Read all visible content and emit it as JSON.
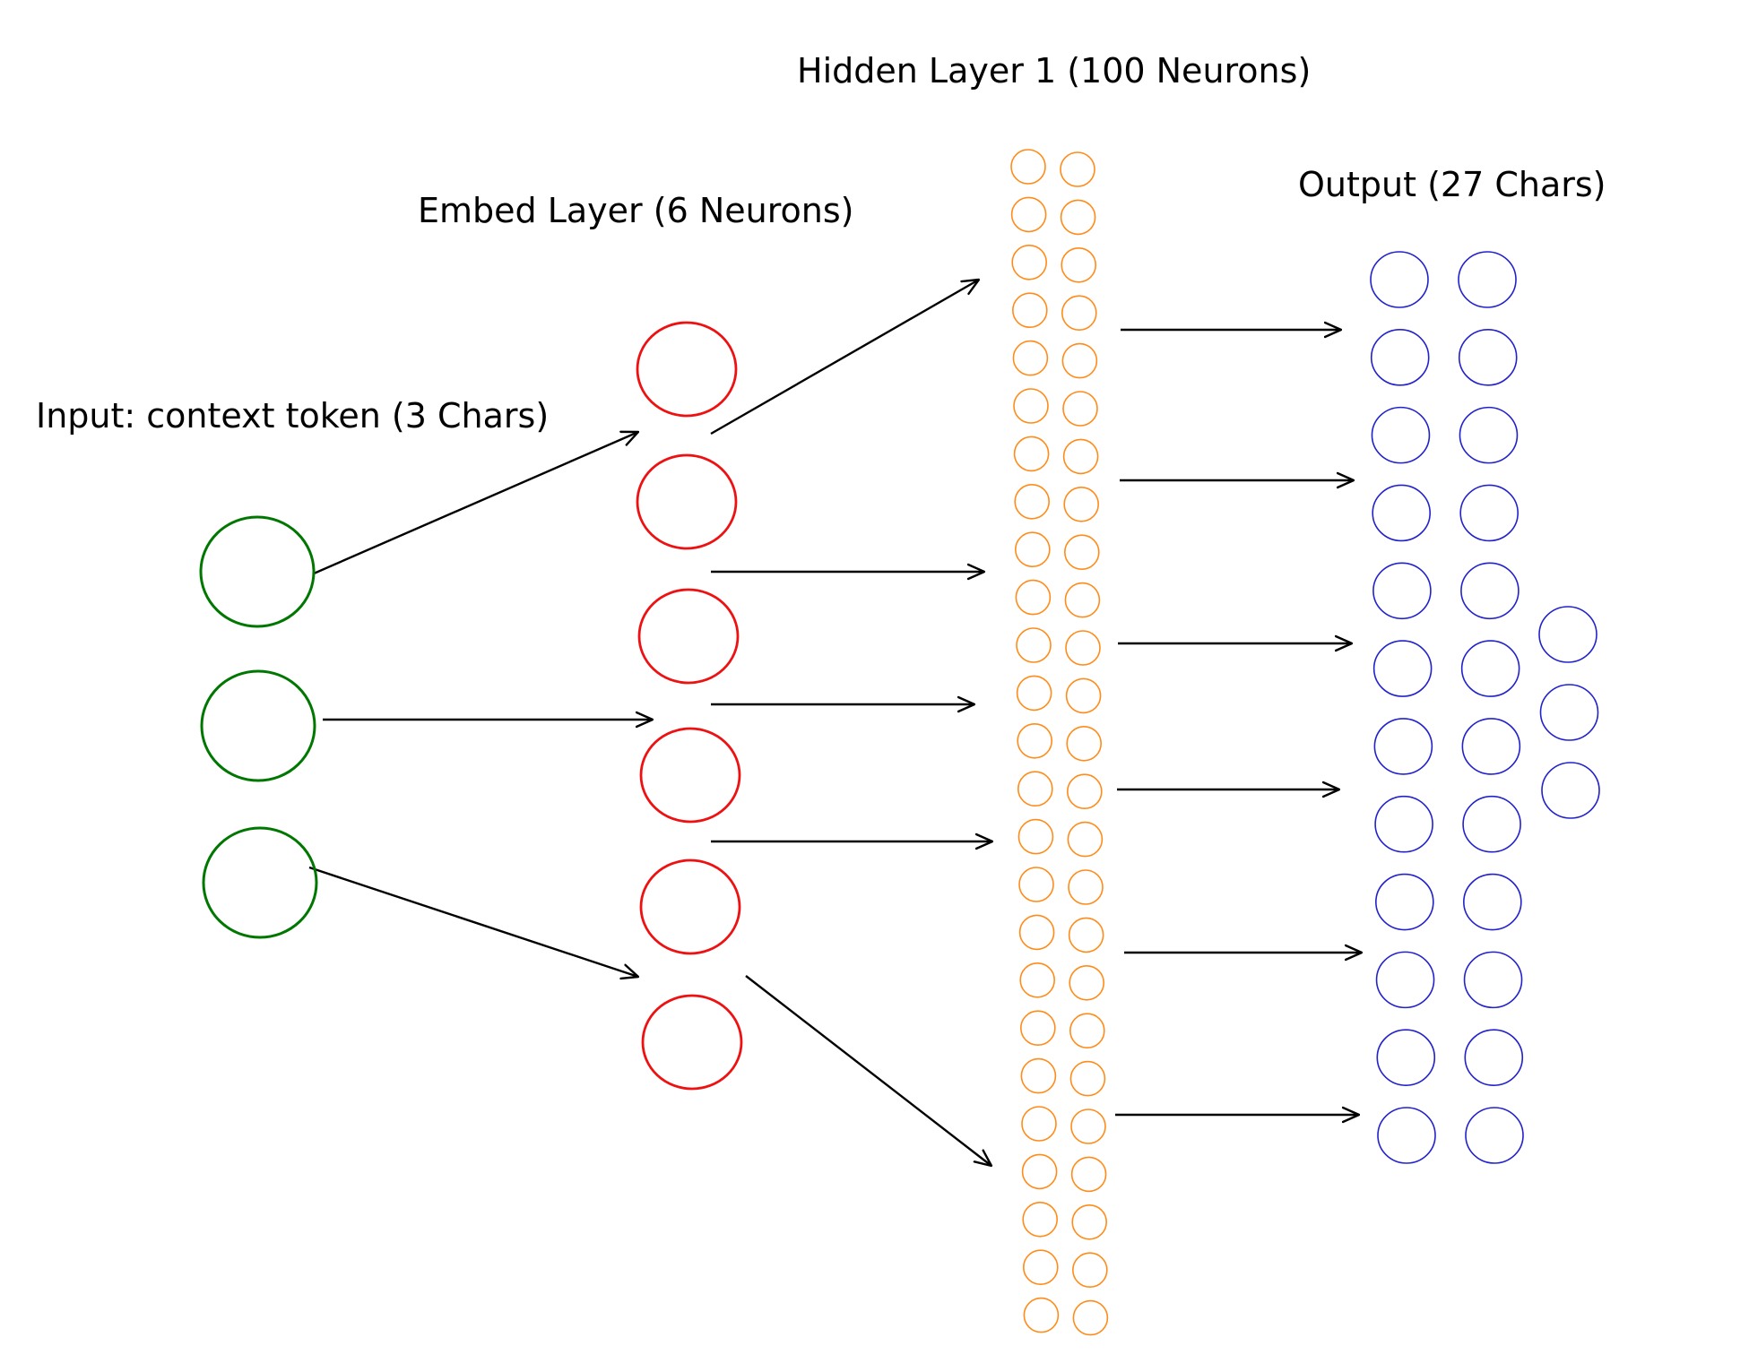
{
  "titles": {
    "input": "Input: context token (3 Chars)",
    "embed": "Embed Layer (6 Neurons)",
    "hidden": "Hidden Layer 1 (100 Neurons)",
    "output": "Output (27 Chars)"
  },
  "layers": {
    "input": {
      "shown_neurons": 3,
      "color": "#007700"
    },
    "embed": {
      "shown_neurons": 6,
      "color": "#ee1111"
    },
    "hidden": {
      "shown_neurons": 50,
      "color": "#ff8c1a"
    },
    "output": {
      "shown_neurons": 27,
      "color": "#2222cc"
    }
  },
  "connections": {
    "input_to_embed": 3,
    "embed_to_hidden": 5,
    "hidden_to_output": 6
  },
  "colors": {
    "arrow": "#000000"
  }
}
